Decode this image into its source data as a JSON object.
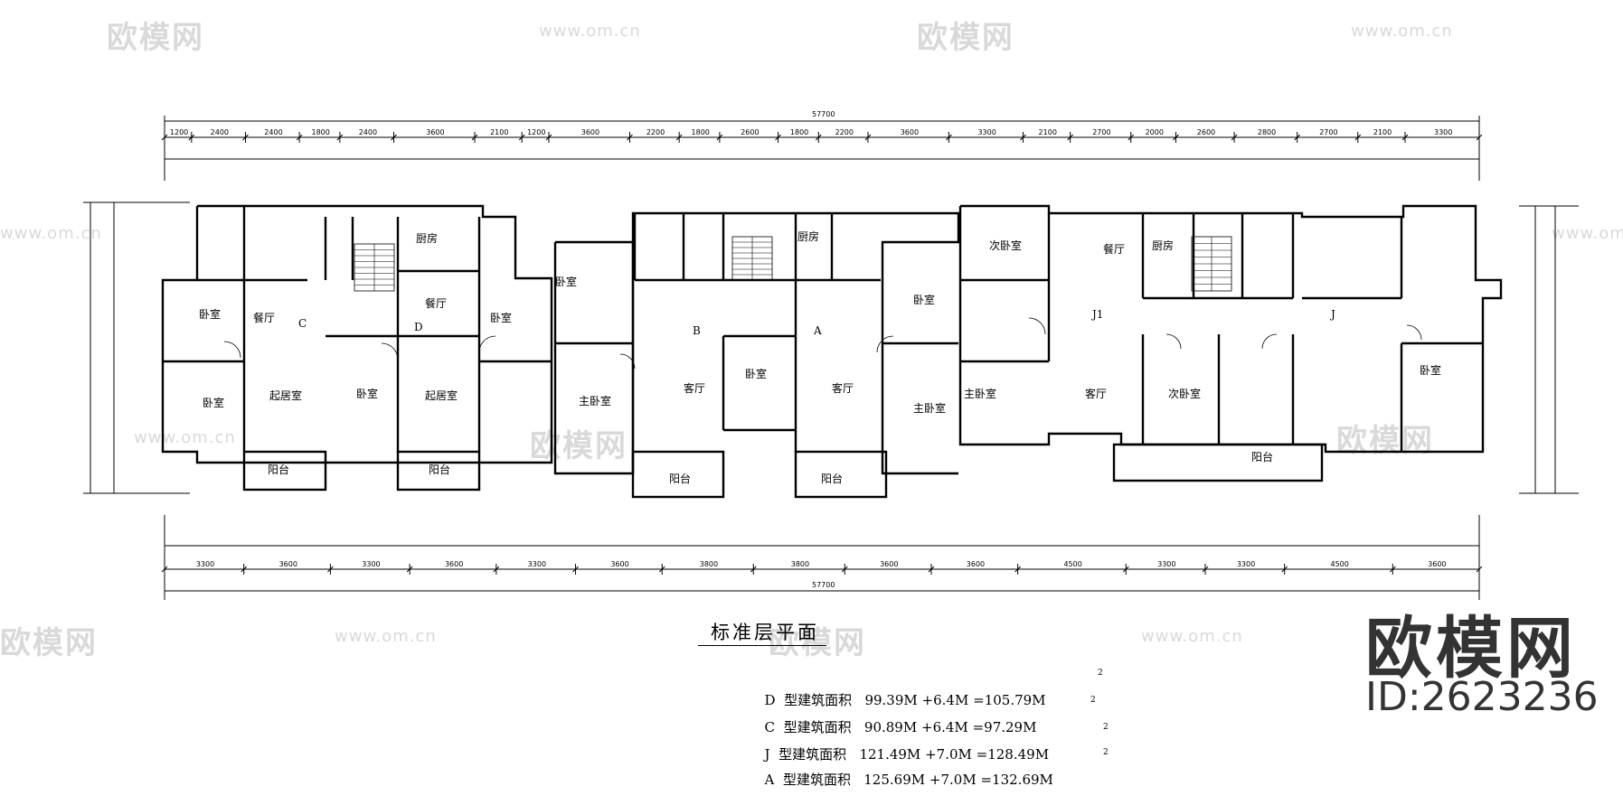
{
  "watermark": {
    "brand": "欧模网",
    "url": "www.om.cn"
  },
  "plan": {
    "title": "标准层平面",
    "overall_dimension_top": "57700",
    "overall_dimension_bottom": "57700",
    "top_dims_row1": [
      "1200",
      "2400",
      "2400",
      "1800",
      "2400",
      "3600",
      "2100",
      "1200",
      "3600",
      "2200",
      "1800",
      "2600",
      "1800",
      "2200",
      "3600",
      "3300",
      "2100",
      "2700",
      "2000",
      "2600",
      "2800",
      "2700",
      "2100",
      "3300"
    ],
    "bottom_dims_row2": [
      "3300",
      "3600",
      "3300",
      "3600",
      "3300",
      "3600",
      "3800",
      "3800",
      "3600",
      "3600",
      "4500",
      "3300",
      "3300",
      "4500",
      "3600"
    ],
    "unit_labels": [
      "C",
      "D",
      "B",
      "A",
      "J1",
      "J"
    ],
    "rooms": [
      {
        "key": "bedroom",
        "label": "卧室"
      },
      {
        "key": "dining",
        "label": "餐厅"
      },
      {
        "key": "living",
        "label": "起居室"
      },
      {
        "key": "kitchen",
        "label": "厨房"
      },
      {
        "key": "balcony",
        "label": "阳台"
      },
      {
        "key": "hall",
        "label": "客厅"
      },
      {
        "key": "master",
        "label": "主卧室"
      },
      {
        "key": "second",
        "label": "次卧室"
      }
    ]
  },
  "areas": [
    {
      "type": "D",
      "label": "型建筑面积",
      "a": "99.39M",
      "b": "+6.4M",
      "c": "=105.79M",
      "sup": "2"
    },
    {
      "type": "C",
      "label": "型建筑面积",
      "a": "90.89M",
      "b": "+6.4M",
      "c": "=97.29M",
      "sup": "2"
    },
    {
      "type": "J",
      "label": "型建筑面积",
      "a": "121.49M",
      "b": "+7.0M",
      "c": "=128.49M",
      "sup": "2"
    },
    {
      "type": "A",
      "label": "型建筑面积",
      "a": "125.69M",
      "b": "+7.0M",
      "c": "=132.69M",
      "sup": "2"
    }
  ],
  "brand_block": {
    "logo": "欧模网",
    "id": "ID:2623236"
  }
}
